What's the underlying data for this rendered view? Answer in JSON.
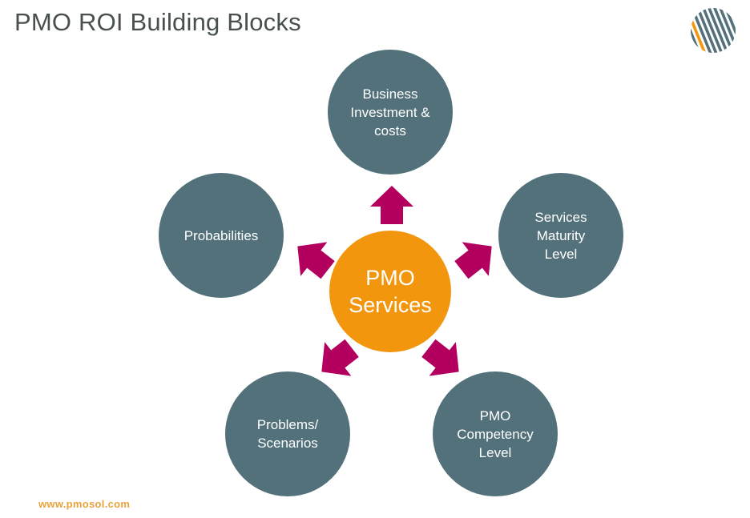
{
  "slide": {
    "title": "PMO ROI Building Blocks",
    "background_color": "#FFFFFF",
    "title_color": "#47504F"
  },
  "logo": {
    "name": "pmo-solutions-striped-circle-logo",
    "stripe_color": "#53717A",
    "accent_stripe_color": "#F2960E",
    "stripe_count": 12,
    "accent_stripe_index": 3
  },
  "footer": {
    "url": "www.pmosol.com",
    "color": "#E8A33D"
  },
  "diagram": {
    "type": "hub-and-spoke",
    "hub": {
      "id": "pmo-services",
      "label": "PMO\nServices",
      "color": "#F2960E",
      "text_color": "#FFFFFF"
    },
    "satellite_color": "#53717A",
    "satellite_text_color": "#FFFFFF",
    "arrow_color": "#B3005E",
    "satellites": [
      {
        "id": "business-investment-costs",
        "label": "Business\nInvestment &\ncosts",
        "position": "top",
        "arrow_direction": "up"
      },
      {
        "id": "services-maturity-level",
        "label": "Services\nMaturity\nLevel",
        "position": "right",
        "arrow_direction": "up-right"
      },
      {
        "id": "pmo-competency-level",
        "label": "PMO\nCompetency\nLevel",
        "position": "bottom-right",
        "arrow_direction": "down-right"
      },
      {
        "id": "problems-scenarios",
        "label": "Problems/\nScenarios",
        "position": "bottom-left",
        "arrow_direction": "down-left"
      },
      {
        "id": "probabilities",
        "label": "Probabilities",
        "position": "left",
        "arrow_direction": "up-left"
      }
    ]
  }
}
